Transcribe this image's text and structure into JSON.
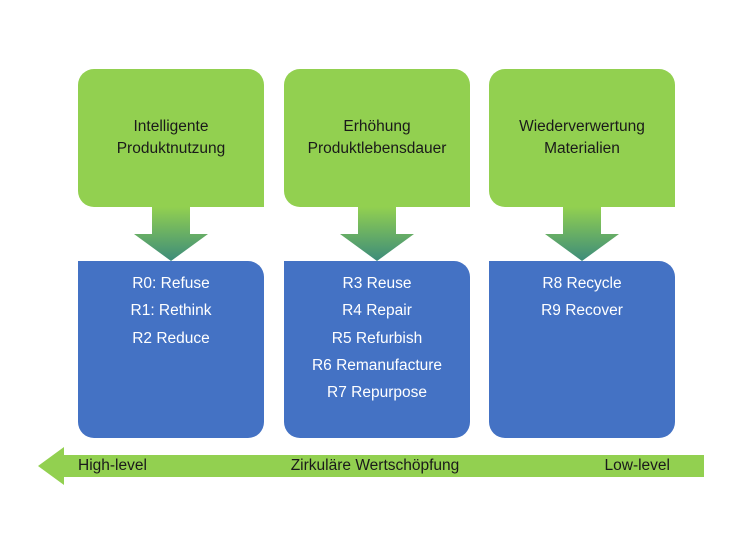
{
  "columns": [
    {
      "title_lines": [
        "Intelligente",
        "Produktnutzung"
      ],
      "items": [
        "R0: Refuse",
        "R1: Rethink",
        "R2 Reduce"
      ]
    },
    {
      "title_lines": [
        "Erhöhung",
        "Produktlebensdauer"
      ],
      "items": [
        "R3 Reuse",
        "R4 Repair",
        "R5 Refurbish",
        "R6 Remanufacture",
        "R7 Repurpose"
      ]
    },
    {
      "title_lines": [
        "Wiederverwertung",
        "Materialien"
      ],
      "items": [
        "R8 Recycle",
        "R9 Recover"
      ]
    }
  ],
  "scale_arrow": {
    "left_label": "High-level",
    "center_label": "Zirkuläre Wertschöpfung",
    "right_label": "Low-level"
  },
  "colors": {
    "green": "#92d050",
    "blue": "#4472c4",
    "arrow_gradient_top": "#92d050",
    "arrow_gradient_bottom": "#3d8c7a"
  }
}
